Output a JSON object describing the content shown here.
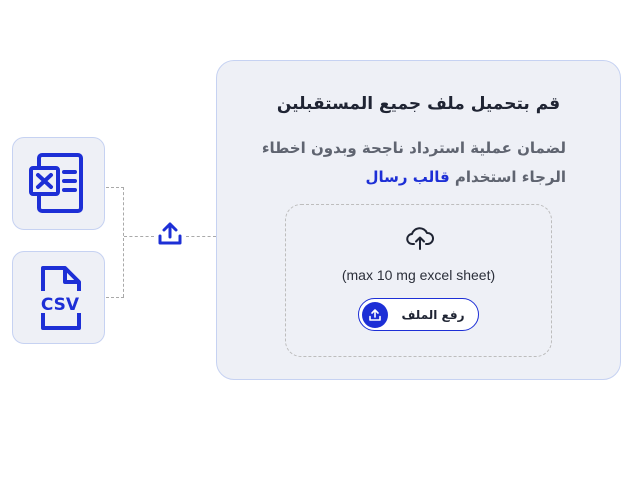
{
  "panel": {
    "title": "قم بتحميل ملف جميع المستقبلين",
    "subtitle_line1": "لضمان عملية استرداد ناجحة وبدون اخطاء",
    "subtitle_line2_prefix": "الرجاء استخدام ",
    "subtitle_line2_link": "قالب رسال"
  },
  "dropzone": {
    "limit_text": "(max 10 mg excel sheet)",
    "button_label": "رفع الملف"
  },
  "icons": {
    "excel": "excel-file-icon",
    "csv": "csv-file-icon",
    "upload": "upload-icon",
    "cloud": "cloud-upload-icon"
  },
  "csv_label": "CSV",
  "colors": {
    "accent": "#1d2fd6",
    "tile_bg": "#eef0f6",
    "tile_border": "#c6d2f2"
  }
}
